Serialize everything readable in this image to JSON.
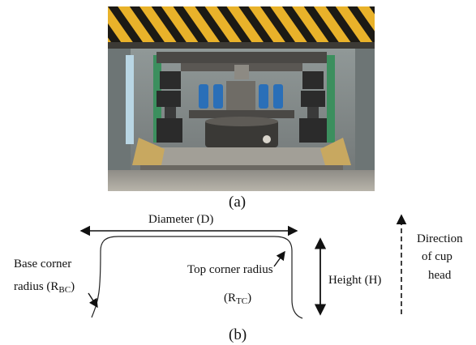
{
  "figure": {
    "caption_a": "(a)",
    "caption_b": "(b)"
  },
  "photo": {
    "description_icon": "press-machine-photo-icon",
    "colors": {
      "stripe_yellow": "#e9b22a",
      "stripe_black": "#1c1a15",
      "frame_grey": "#7f8583",
      "spring_blue": "#2a6fb8",
      "block_dark": "#2b2b2b",
      "accent_green": "#3c8f5e"
    }
  },
  "diagram": {
    "diameter_label": "Diameter (D)",
    "base_corner_line1": "Base corner",
    "base_corner_line2_pre": "radius (R",
    "base_corner_sub": "BC",
    "base_corner_line2_post": ")",
    "top_corner_line1": "Top corner radius",
    "top_corner_line2_pre": "(R",
    "top_corner_sub": "TC",
    "top_corner_line2_post": ")",
    "height_label": "Height (H)",
    "direction_line1": "Direction",
    "direction_line2": "of cup",
    "direction_line3": "head"
  }
}
